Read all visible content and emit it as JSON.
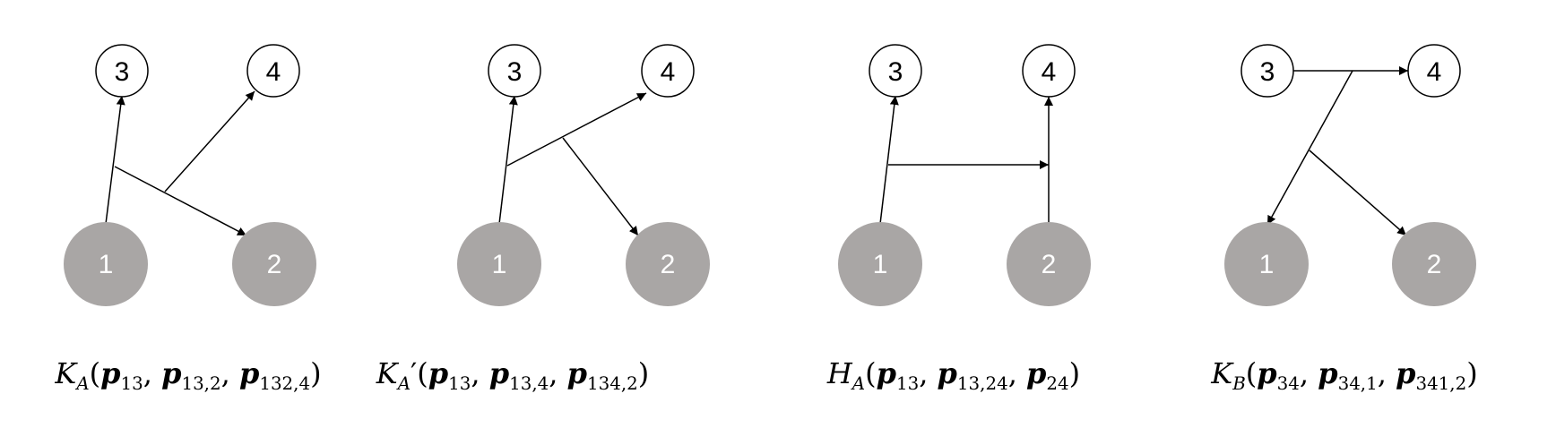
{
  "nodes": {
    "n1": "1",
    "n2": "2",
    "n3": "3",
    "n4": "4"
  },
  "colors": {
    "agent_fill": "#a9a6a5",
    "line": "#000000",
    "node_stroke": "#000000"
  },
  "panels": [
    {
      "symbol": "K",
      "symbol_sub": "A",
      "prime": "",
      "args": [
        {
          "sym": "p",
          "sub": "13"
        },
        {
          "sym": "p",
          "sub": "13,2"
        },
        {
          "sym": "p",
          "sub": "132,4"
        }
      ]
    },
    {
      "symbol": "K",
      "symbol_sub": "A",
      "prime": "′",
      "args": [
        {
          "sym": "p",
          "sub": "13"
        },
        {
          "sym": "p",
          "sub": "13,4"
        },
        {
          "sym": "p",
          "sub": "134,2"
        }
      ]
    },
    {
      "symbol": "H",
      "symbol_sub": "A",
      "prime": "",
      "args": [
        {
          "sym": "p",
          "sub": "13"
        },
        {
          "sym": "p",
          "sub": "13,24"
        },
        {
          "sym": "p",
          "sub": "24"
        }
      ]
    },
    {
      "symbol": "K",
      "symbol_sub": "B",
      "prime": "",
      "args": [
        {
          "sym": "p",
          "sub": "34"
        },
        {
          "sym": "p",
          "sub": "34,1"
        },
        {
          "sym": "p",
          "sub": "341,2"
        }
      ]
    }
  ],
  "punct": {
    "open": "(",
    "comma": ",",
    "close": ")"
  }
}
